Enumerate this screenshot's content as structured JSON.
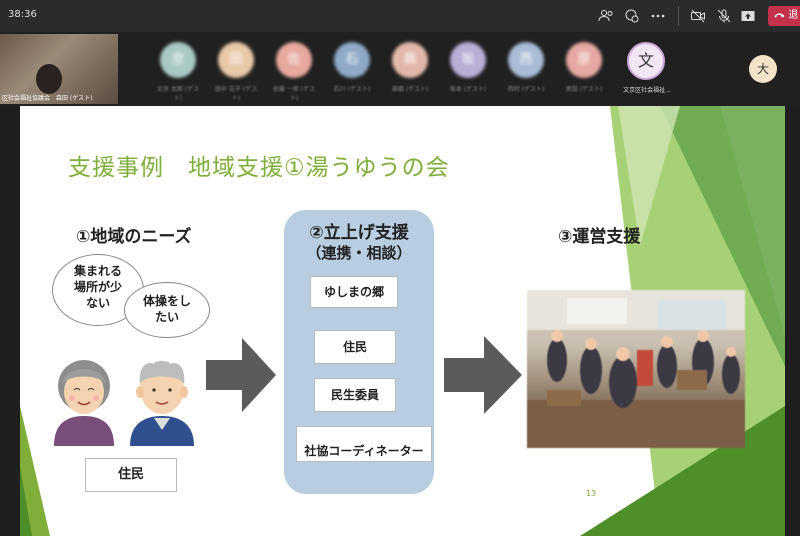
{
  "topbar": {
    "time": "38:36",
    "leave_label": "退"
  },
  "selfcam": {
    "caption": "区社会福祉協議会　森田 (ゲスト)"
  },
  "participants": [
    {
      "initial": "京",
      "label": "文京 太郎 (ゲスト)",
      "color": "#a9c9c4"
    },
    {
      "initial": "田",
      "label": "田中 花子 (ゲスト)",
      "color": "#e9c8a8"
    },
    {
      "initial": "佐",
      "label": "佐藤 一郎 (ゲスト)",
      "color": "#e8a99e"
    },
    {
      "initial": "石",
      "label": "石川 (ゲスト)",
      "color": "#8fa9c8"
    },
    {
      "initial": "高",
      "label": "高橋 (ゲスト)",
      "color": "#e3b8aa"
    },
    {
      "initial": "坂",
      "label": "坂本 (ゲスト)",
      "color": "#b8aed6"
    },
    {
      "initial": "西",
      "label": "西村 (ゲスト)",
      "color": "#a9bbd6"
    },
    {
      "initial": "原",
      "label": "原田 (ゲスト)",
      "color": "#e7a9a3"
    }
  ],
  "organizer": {
    "initial": "文",
    "label": "文京区社会福祉..."
  },
  "extra_avatar": {
    "initial": "大"
  },
  "slide": {
    "title": "支援事例　地域支援①湯うゆうの会",
    "col1": {
      "heading": "①地域のニーズ",
      "bubble1": "集まれる場所が少ない",
      "bubble2": "体操をしたい",
      "label": "住民"
    },
    "col2": {
      "heading": "②立上げ支援",
      "subheading": "（連携・相談）",
      "items": [
        "ゆしまの郷",
        "住民",
        "民生委員",
        "社協コーディネーター"
      ]
    },
    "col3": {
      "heading": "③運営支援"
    },
    "page_number": "13"
  },
  "colors": {
    "accent_green": "#7fae3a",
    "panel_blue": "#b9cde0",
    "arrow_gray": "#5b5b5b",
    "leave_red": "#c4314b"
  }
}
